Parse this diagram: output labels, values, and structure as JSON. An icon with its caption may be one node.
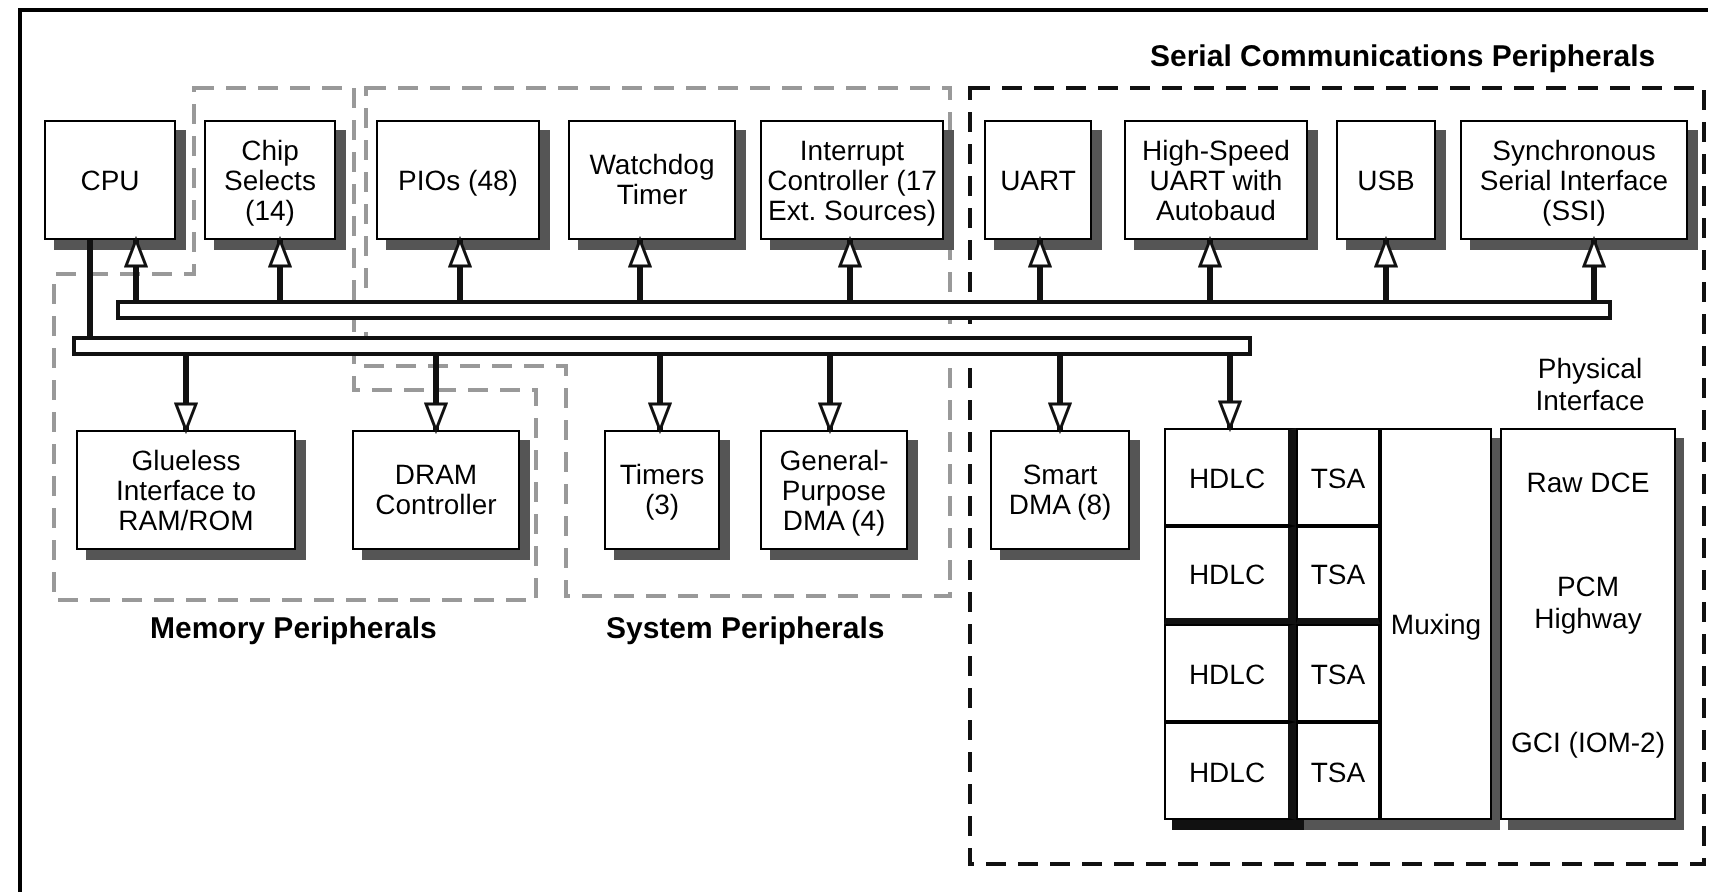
{
  "diagram": {
    "nodes": [
      {
        "text": [
          "Serial Communications Peripherals"
        ]
      },
      {
        "text": [
          "Memory Peripherals"
        ]
      },
      {
        "text": [
          "System Peripherals"
        ]
      },
      {
        "text": [
          "CPU"
        ]
      },
      {
        "text": [
          "Chip Selects (14)"
        ],
        "in": 1
      },
      {
        "text": [
          "PIOs (48)"
        ],
        "in": 2
      },
      {
        "text": [
          "Watchdog Timer"
        ],
        "in": 2
      },
      {
        "text": [
          "Interrupt Controller (17 Ext. Sources)"
        ],
        "in": 2
      },
      {
        "text": [
          "UART"
        ],
        "in": 0
      },
      {
        "text": [
          "High-Speed UART with Autobaud"
        ],
        "in": 0
      },
      {
        "text": [
          "USB"
        ],
        "in": 0
      },
      {
        "text": [
          "Synchronous Serial Interface (SSI)"
        ],
        "in": 0
      },
      {
        "text": [],
        "shape": "bar"
      },
      {
        "text": [],
        "shape": "bar"
      },
      {
        "text": [
          "Glueless Interface to RAM/ROM"
        ],
        "in": 1
      },
      {
        "text": [
          "DRAM Controller"
        ],
        "in": 1
      },
      {
        "text": [
          "Timers (3)"
        ],
        "in": 2
      },
      {
        "text": [
          "General-Purpose DMA (4)"
        ],
        "in": 2
      },
      {
        "text": [
          "Smart DMA (8)"
        ],
        "in": 0
      },
      {
        "text": [
          "HDLC"
        ],
        "in": 0
      },
      {
        "text": [
          "TSA"
        ],
        "in": 0
      },
      {
        "text": [
          "HDLC"
        ],
        "in": 0
      },
      {
        "text": [
          "TSA"
        ],
        "in": 0
      },
      {
        "text": [
          "HDLC"
        ],
        "in": 0
      },
      {
        "text": [
          "TSA"
        ],
        "in": 0
      },
      {
        "text": [
          "HDLC"
        ],
        "in": 0
      },
      {
        "text": [
          "TSA"
        ],
        "in": 0
      },
      {
        "text": [
          "Muxing"
        ],
        "in": 0
      },
      {
        "text": [
          "Physical Interface",
          "Raw DCE",
          "PCM Highway",
          "GCI (IOM-2)"
        ],
        "in": 0
      }
    ],
    "edges": [
      {
        "from": 12,
        "to": 3,
        "arrow": "to"
      },
      {
        "from": 12,
        "to": 4,
        "arrow": "to"
      },
      {
        "from": 12,
        "to": 5,
        "arrow": "to"
      },
      {
        "from": 12,
        "to": 6,
        "arrow": "to"
      },
      {
        "from": 12,
        "to": 7,
        "arrow": "to"
      },
      {
        "from": 12,
        "to": 8,
        "arrow": "to"
      },
      {
        "from": 12,
        "to": 9,
        "arrow": "to"
      },
      {
        "from": 12,
        "to": 10,
        "arrow": "to"
      },
      {
        "from": 12,
        "to": 11,
        "arrow": "to"
      },
      {
        "from": 3,
        "to": 13,
        "arrow": "none"
      },
      {
        "from": 13,
        "to": 14,
        "arrow": "to"
      },
      {
        "from": 13,
        "to": 15,
        "arrow": "to"
      },
      {
        "from": 13,
        "to": 16,
        "arrow": "to"
      },
      {
        "from": 13,
        "to": 17,
        "arrow": "to"
      },
      {
        "from": 13,
        "to": 18,
        "arrow": "to"
      },
      {
        "from": 13,
        "to": 19,
        "arrow": "to"
      }
    ]
  }
}
